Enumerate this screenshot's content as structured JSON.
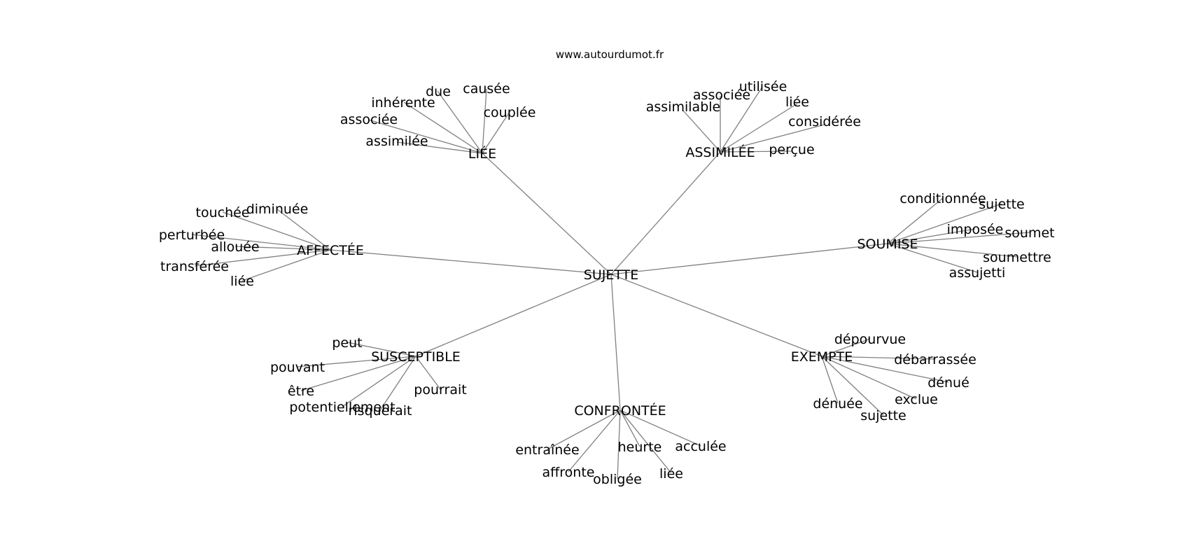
{
  "source": "www.autourdumot.fr",
  "graph": {
    "center": "SUJETTE",
    "groups": [
      {
        "hub": "LIÉE",
        "leaves": [
          "inhérente",
          "due",
          "causée",
          "couplée",
          "associée",
          "assimilée"
        ]
      },
      {
        "hub": "ASSIMILÉE",
        "leaves": [
          "assimilable",
          "associée",
          "utilisée",
          "liée",
          "considérée",
          "perçue"
        ]
      },
      {
        "hub": "AFFECTÉE",
        "leaves": [
          "touchée",
          "diminuée",
          "perturbée",
          "allouée",
          "transférée",
          "liée"
        ]
      },
      {
        "hub": "SOUMISE",
        "leaves": [
          "conditionnée",
          "sujette",
          "imposée",
          "soumet",
          "soumettre",
          "assujetti"
        ]
      },
      {
        "hub": "SUSCEPTIBLE",
        "leaves": [
          "peut",
          "pouvant",
          "être",
          "potentiellement",
          "risquerait",
          "pourrait"
        ]
      },
      {
        "hub": "EXEMPTE",
        "leaves": [
          "dépourvue",
          "débarrassée",
          "dénué",
          "exclue",
          "dénuée",
          "sujette"
        ]
      },
      {
        "hub": "CONFRONTÉE",
        "leaves": [
          "entraînée",
          "affronte",
          "obligée",
          "heurte",
          "liée",
          "acculée"
        ]
      }
    ]
  }
}
